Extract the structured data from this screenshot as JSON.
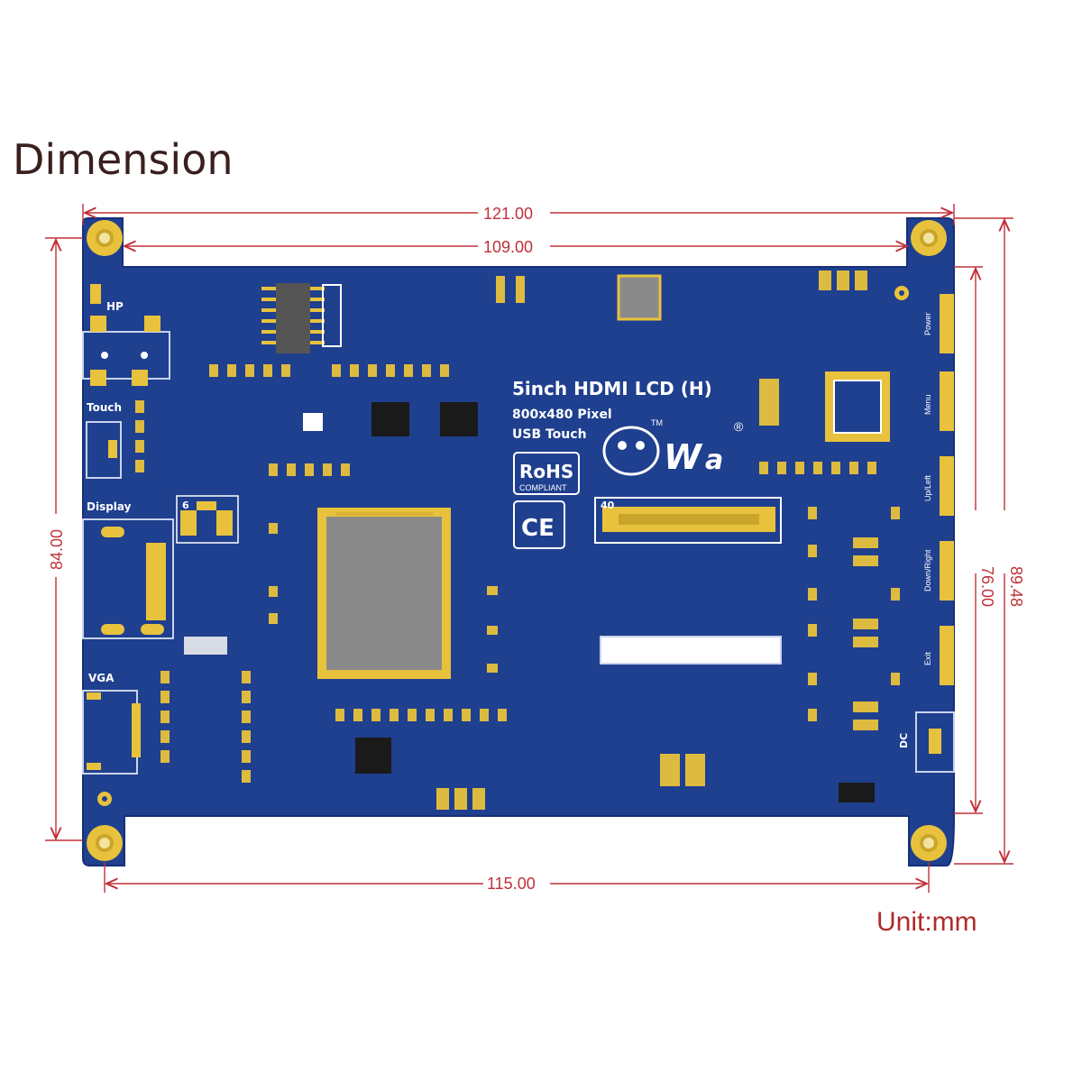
{
  "title": "Dimension",
  "unit_label": "Unit:mm",
  "dimensions": {
    "overall_width": "121.00",
    "hole_spacing_top": "109.00",
    "hole_spacing_bottom": "115.00",
    "left_height": "84.00",
    "right_inner_height": "76.00",
    "right_outer_height": "89.48"
  },
  "board": {
    "product_name": "5inch HDMI LCD (H)",
    "resolution": "800x480 Pixel",
    "touch_type": "USB Touch",
    "rohs": "RoHS",
    "rohs_sub": "COMPLIANT",
    "ce_mark": "CE",
    "connector_pin": "40",
    "connector_pin2": "6",
    "port_hp": "HP",
    "port_touch": "Touch",
    "port_display": "Display",
    "port_vga": "VGA",
    "port_dc": "DC",
    "buttons": [
      "Power",
      "Menu",
      "Up/Left",
      "Down/Right",
      "Exit"
    ],
    "tm_mark": "TM",
    "reg_mark": "®"
  },
  "colors": {
    "pcb_blue": "#1f3f8f",
    "pcb_edge": "#15307a",
    "gold": "#e8c23c",
    "dim_red": "#c0303a",
    "chip_gray": "#8a8a8a"
  }
}
